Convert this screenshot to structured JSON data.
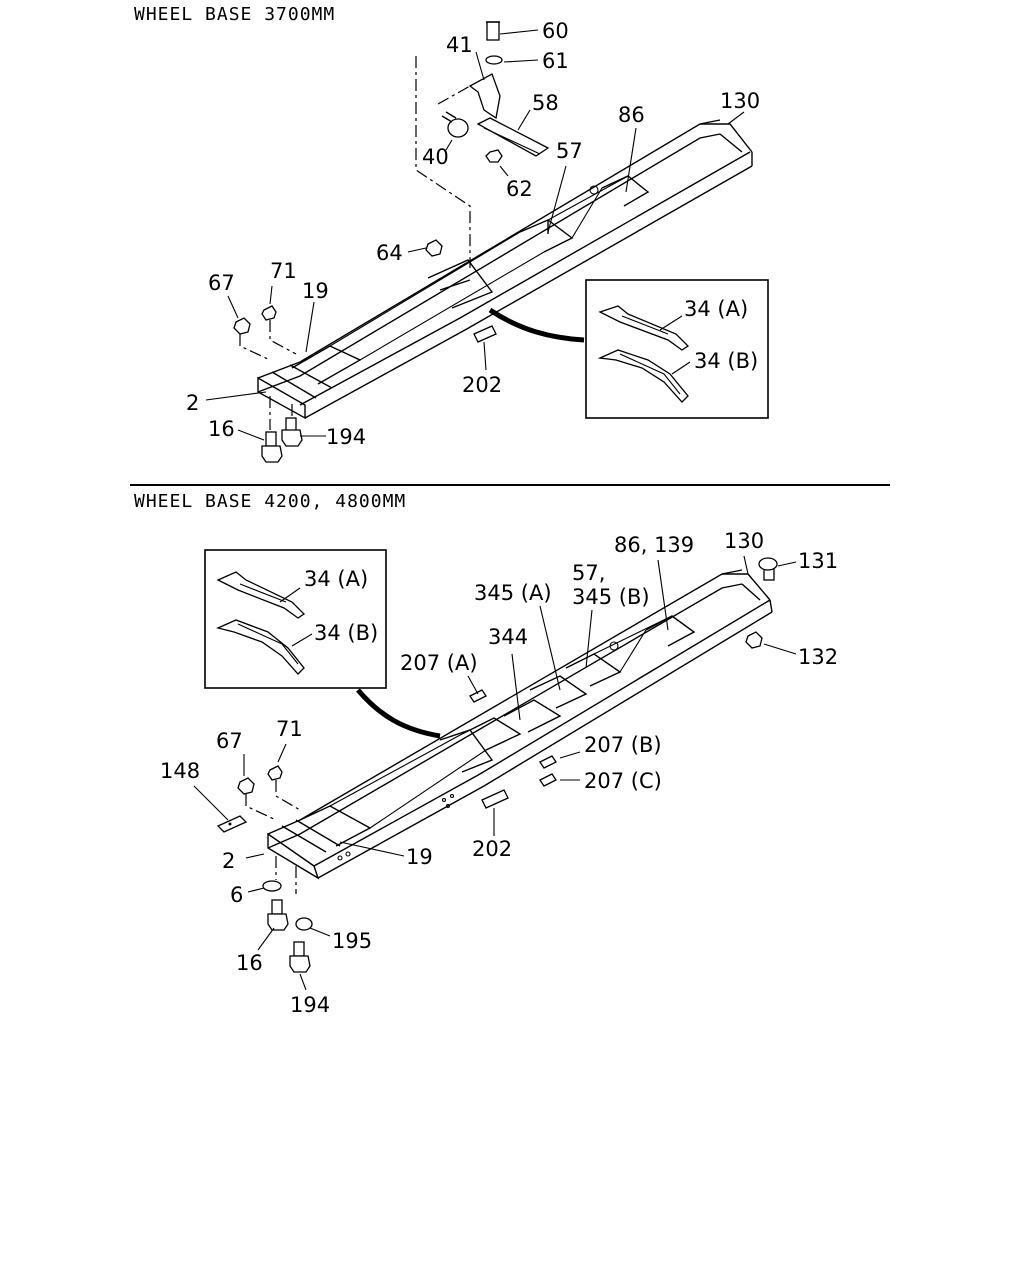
{
  "diagram_1": {
    "heading": "WHEEL BASE 3700MM",
    "callouts": {
      "c60": "60",
      "c61": "61",
      "c41": "41",
      "c58": "58",
      "c40": "40",
      "c62": "62",
      "c57": "57",
      "c86": "86",
      "c130": "130",
      "c64": "64",
      "c67": "67",
      "c71": "71",
      "c19": "19",
      "c2": "2",
      "c16": "16",
      "c194": "194",
      "c202": "202"
    },
    "inset": {
      "a": "34 (A)",
      "b": "34 (B)"
    }
  },
  "diagram_2": {
    "heading": "WHEEL BASE 4200, 4800MM",
    "callouts": {
      "c86_139": "86, 139",
      "c130": "130",
      "c131": "131",
      "c132": "132",
      "c57": "57,",
      "c345b": "345 (B)",
      "c345a": "345 (A)",
      "c344": "344",
      "c207a": "207 (A)",
      "c207b": "207 (B)",
      "c207c": "207 (C)",
      "c67": "67",
      "c71": "71",
      "c148": "148",
      "c19": "19",
      "c202": "202",
      "c2": "2",
      "c6": "6",
      "c16": "16",
      "c195": "195",
      "c194": "194"
    },
    "inset": {
      "a": "34 (A)",
      "b": "34 (B)"
    }
  }
}
